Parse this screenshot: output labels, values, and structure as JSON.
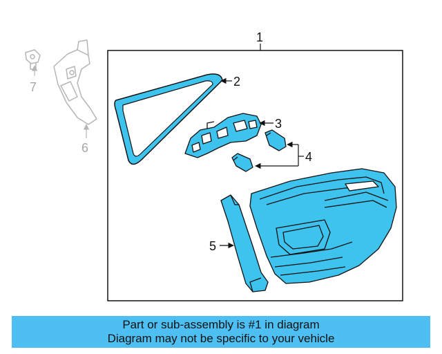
{
  "colors": {
    "part_fill": "#3dc3ee",
    "outline": "#111111",
    "reference_gray": "#b5b5b5",
    "banner_bg": "#4dbff2"
  },
  "callouts": {
    "assembly": "1",
    "gasket": "2",
    "socket": "3",
    "bulbs": "4",
    "trim_panel": "5",
    "bracket": "6",
    "nut": "7"
  },
  "banner": {
    "line1": "Part or sub-assembly is #1 in diagram",
    "line2": "Diagram may not be specific to your vehicle"
  }
}
